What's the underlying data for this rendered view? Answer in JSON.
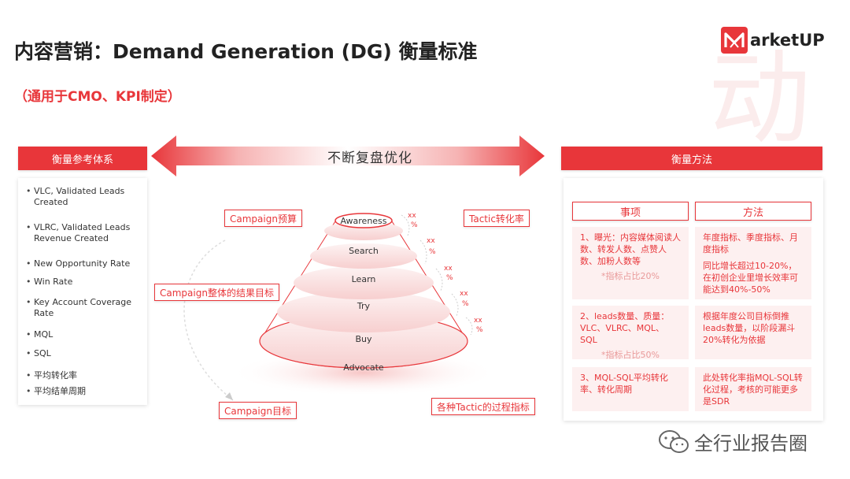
{
  "header": {
    "title": "内容营销：Demand Generation (DG) 衡量标准",
    "subtitle": "（通用于CMO、KPI制定）",
    "logo_text": "arketUP",
    "watermark_char": "动"
  },
  "left_panel": {
    "title": "衡量参考体系",
    "items": [
      "VLC, Validated Leads Created",
      "VLRC, Validated Leads Revenue Created",
      "New Opportunity Rate",
      "Win Rate",
      "Key Account Coverage Rate",
      "MQL",
      "SQL",
      "平均转化率",
      "平均结单周期"
    ]
  },
  "top_arrow": {
    "label": "不断复盘优化"
  },
  "tags": {
    "campaign_budget": "Campaign预算",
    "campaign_overall_goal": "Campaign整体的结果目标",
    "campaign_goal": "Campaign目标",
    "tactic_conversion": "Tactic转化率",
    "tactic_process": "各种Tactic的过程指标"
  },
  "funnel": {
    "stages": [
      "Awareness",
      "Search",
      "Learn",
      "Try",
      "Buy",
      "Advocate"
    ],
    "rate_marks": [
      {
        "xx": "xx",
        "pct": "%"
      },
      {
        "xx": "xx",
        "pct": "%"
      },
      {
        "xx": "xx",
        "pct": "%"
      },
      {
        "xx": "xx",
        "pct": "%"
      },
      {
        "xx": "xx",
        "pct": "%"
      }
    ]
  },
  "right_panel": {
    "title": "衡量方法",
    "col_item": "事项",
    "col_method": "方法",
    "rows": [
      {
        "item": "1、曝光：内容媒体阅读人数、转发人数、点赞人数、加粉人数等",
        "item_note": "*指标占比20%",
        "method": "年度指标、季度指标、月度指标",
        "method_extra": "同比增长超过10-20%，在初创企业里增长效率可能达到40%-50%"
      },
      {
        "item": "2、leads数量、质量：VLC、VLRC、MQL、SQL",
        "item_note": "*指标占比50%",
        "method": "根据年度公司目标倒推leads数量，以阶段漏斗20%转化为依据",
        "method_extra": ""
      },
      {
        "item": "3、MQL-SQL平均转化率、转化周期",
        "item_note": "",
        "method": "此处转化率指MQL-SQL转化过程，考核的可能更多是SDR",
        "method_extra": ""
      }
    ]
  },
  "footer": {
    "text": "全行业报告圈"
  },
  "colors": {
    "accent": "#e8363a",
    "cell_bg": "#fdf0f0",
    "note": "#e99a9a"
  }
}
